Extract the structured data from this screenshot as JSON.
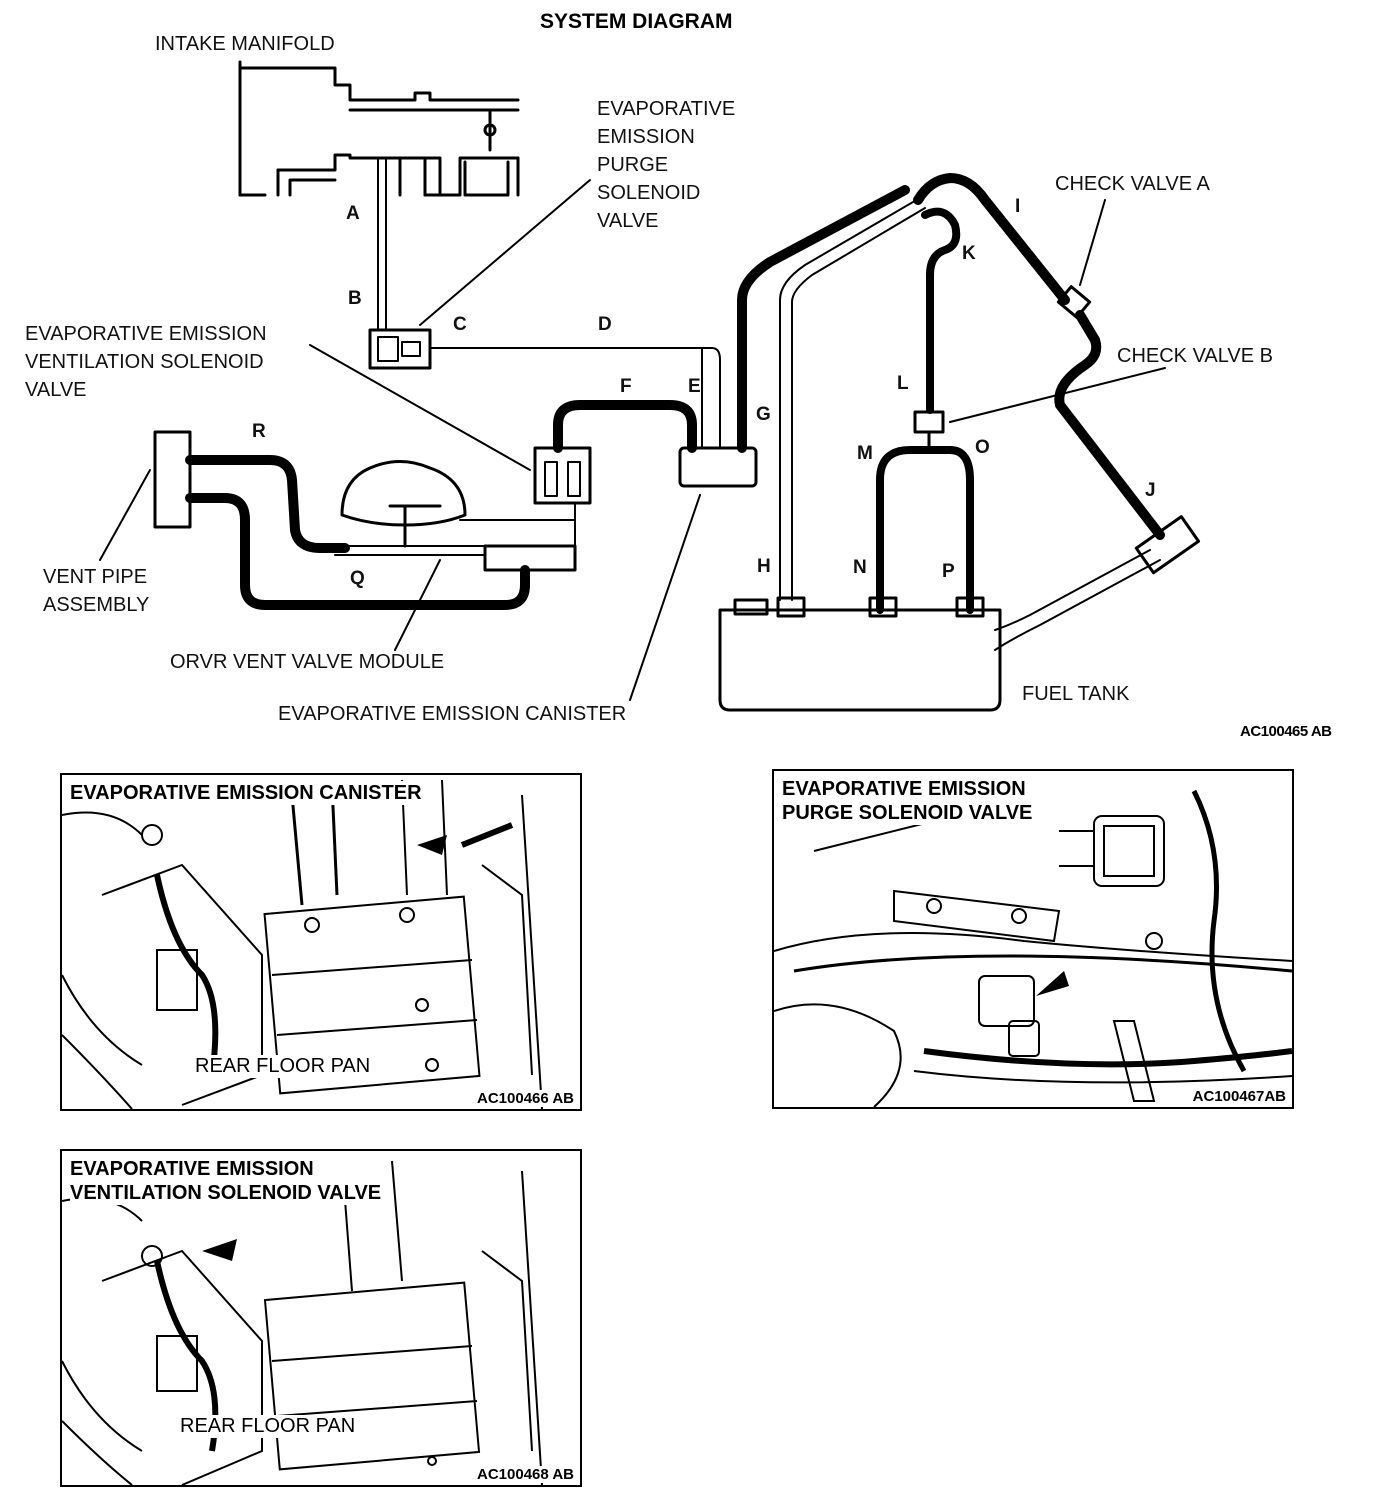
{
  "diagram": {
    "title": "SYSTEM DIAGRAM",
    "figure_code": "AC100465 AB",
    "labels": {
      "intake_manifold": "INTAKE MANIFOLD",
      "purge_valve": [
        "EVAPORATIVE",
        "EMISSION",
        "PURGE",
        "SOLENOID",
        "VALVE"
      ],
      "ventilation_valve": [
        "EVAPORATIVE EMISSION",
        "VENTILATION SOLENOID",
        "VALVE"
      ],
      "vent_pipe": [
        "VENT PIPE",
        "ASSEMBLY"
      ],
      "orvr": "ORVR VENT VALVE MODULE",
      "canister": "EVAPORATIVE EMISSION CANISTER",
      "check_valve_a": "CHECK VALVE A",
      "check_valve_b": "CHECK VALVE B",
      "fuel_tank": "FUEL TANK"
    },
    "hose_letters": [
      "A",
      "B",
      "C",
      "D",
      "E",
      "F",
      "G",
      "H",
      "I",
      "J",
      "K",
      "L",
      "M",
      "N",
      "O",
      "P",
      "Q",
      "R"
    ]
  },
  "panels": {
    "canister": {
      "title": "EVAPORATIVE EMISSION CANISTER",
      "label": "REAR FLOOR PAN",
      "code": "AC100466 AB"
    },
    "purge": {
      "title": [
        "EVAPORATIVE EMISSION",
        "PURGE SOLENOID VALVE"
      ],
      "code": "AC100467AB"
    },
    "ventilation": {
      "title": [
        "EVAPORATIVE EMISSION",
        "VENTILATION SOLENOID VALVE"
      ],
      "label": "REAR FLOOR PAN",
      "code": "AC100468 AB"
    }
  }
}
